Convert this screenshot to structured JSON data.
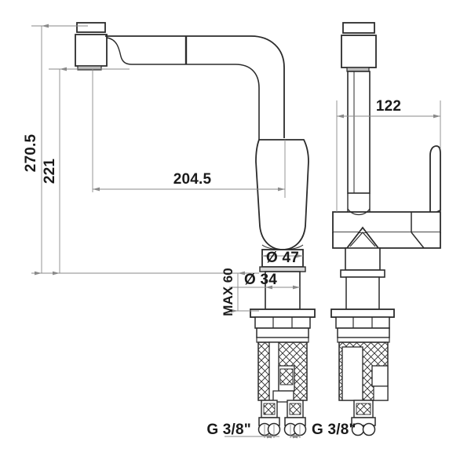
{
  "drawing": {
    "title": "Kitchen faucet technical dimension drawing",
    "background_color": "#ffffff",
    "line_color": "#2b2b2b",
    "dimension_line_color": "#8a8a8a",
    "views": [
      {
        "name": "front-view",
        "label": ""
      },
      {
        "name": "side-view",
        "label": ""
      }
    ]
  },
  "dimensions": {
    "overall_height": "270.5",
    "spout_height": "221",
    "spout_reach": "204.5",
    "side_depth": "122",
    "spout_diameter": "Ø 47",
    "shank_diameter": "Ø 34",
    "max_thickness": "MAX 60",
    "thread_left": "G 3/8\"",
    "thread_right": "G 3/8\""
  }
}
